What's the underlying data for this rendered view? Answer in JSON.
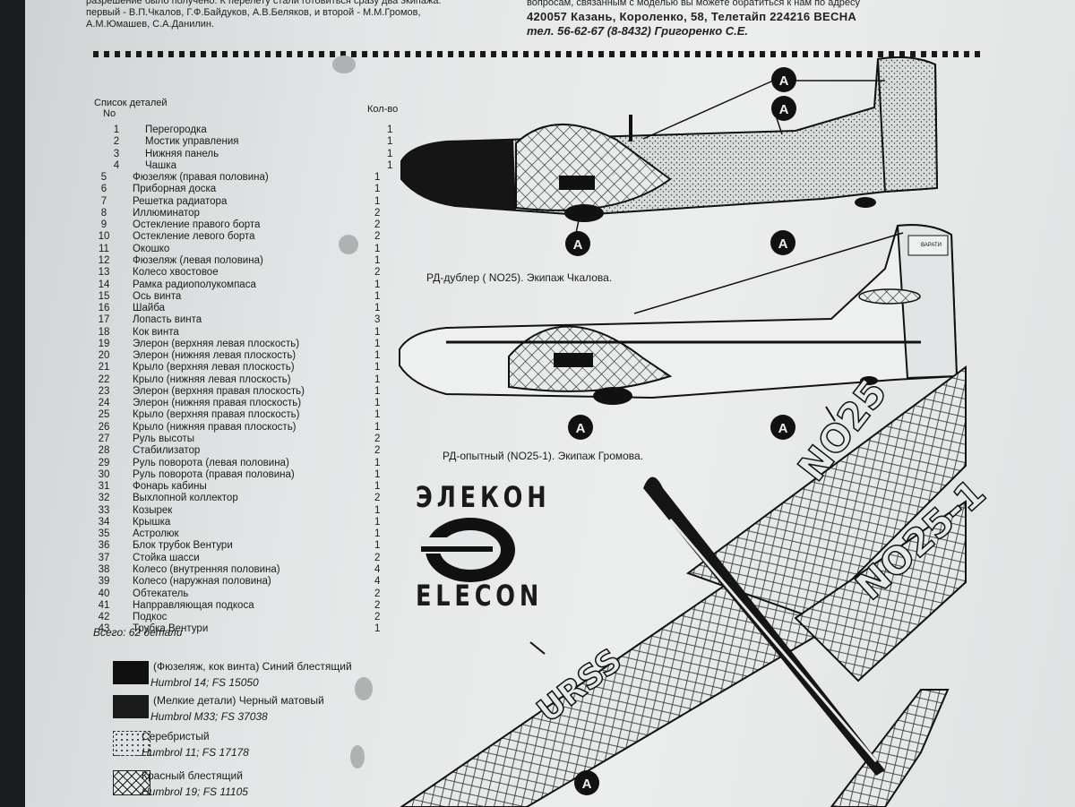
{
  "header": {
    "left_lines": [
      "разрешение было получено. К перелету стали готовиться сразу два экипажа:",
      "первый - В.П.Чкалов, Г.Ф.Байдуков, А.В.Беляков, и второй - М.М.Громов,",
      "А.М.Юмашев, С.А.Данилин."
    ],
    "right_lines": [
      "вопросам, связанным с моделью вы можете обратиться к нам по адресу",
      "420057 Казань, Короленко, 58, Телетайп 224216 ВЕСНА",
      "тел. 56-62-67 (8-8432) Григоренко С.Е."
    ]
  },
  "parts_list": {
    "title_line1": "Список деталей",
    "title_line2": "No",
    "qty_header": "Кол-во",
    "rows": [
      {
        "n": "1",
        "name": "Перегородка",
        "q": "1"
      },
      {
        "n": "2",
        "name": "Мостик управления",
        "q": "1"
      },
      {
        "n": "3",
        "name": "Нижняя панель",
        "q": "1"
      },
      {
        "n": "4",
        "name": "Чашка",
        "q": "1"
      },
      {
        "n": "5",
        "name": "Фюзеляж (правая половина)",
        "q": "1"
      },
      {
        "n": "6",
        "name": "Приборная доска",
        "q": "1"
      },
      {
        "n": "7",
        "name": "Решетка радиатора",
        "q": "1"
      },
      {
        "n": "8",
        "name": "Иллюминатор",
        "q": "2"
      },
      {
        "n": "9",
        "name": "Остекление правого борта",
        "q": "2"
      },
      {
        "n": "10",
        "name": "Остекление левого борта",
        "q": "2"
      },
      {
        "n": "11",
        "name": "Окошко",
        "q": "1"
      },
      {
        "n": "12",
        "name": "Фюзеляж (левая половина)",
        "q": "1"
      },
      {
        "n": "13",
        "name": "Колесо хвостовое",
        "q": "2"
      },
      {
        "n": "14",
        "name": "Рамка радиополукомпаса",
        "q": "1"
      },
      {
        "n": "15",
        "name": "Ось винта",
        "q": "1"
      },
      {
        "n": "16",
        "name": "Шайба",
        "q": "1"
      },
      {
        "n": "17",
        "name": "Лопасть винта",
        "q": "3"
      },
      {
        "n": "18",
        "name": "Кок винта",
        "q": "1"
      },
      {
        "n": "19",
        "name": "Элерон (верхняя левая плоскость)",
        "q": "1"
      },
      {
        "n": "20",
        "name": "Элерон (нижняя левая плоскость)",
        "q": "1"
      },
      {
        "n": "21",
        "name": "Крыло (верхняя левая плоскость)",
        "q": "1"
      },
      {
        "n": "22",
        "name": "Крыло (нижняя левая плоскость)",
        "q": "1"
      },
      {
        "n": "23",
        "name": "Элерон (верхняя правая плоскость)",
        "q": "1"
      },
      {
        "n": "24",
        "name": "Элерон (нижняя правая плоскость)",
        "q": "1"
      },
      {
        "n": "25",
        "name": "Крыло (верхняя правая плоскость)",
        "q": "1"
      },
      {
        "n": "26",
        "name": "Крыло (нижняя правая плоскость)",
        "q": "1"
      },
      {
        "n": "27",
        "name": "Руль высоты",
        "q": "2"
      },
      {
        "n": "28",
        "name": "Стабилизатор",
        "q": "2"
      },
      {
        "n": "29",
        "name": "Руль поворота (левая половина)",
        "q": "1"
      },
      {
        "n": "30",
        "name": "Руль поворота (правая половина)",
        "q": "1"
      },
      {
        "n": "31",
        "name": "Фонарь кабины",
        "q": "1"
      },
      {
        "n": "32",
        "name": "Выхлопной коллектор",
        "q": "2"
      },
      {
        "n": "33",
        "name": "Козырек",
        "q": "1"
      },
      {
        "n": "34",
        "name": "Крышка",
        "q": "1"
      },
      {
        "n": "35",
        "name": "Астролюк",
        "q": "1"
      },
      {
        "n": "36",
        "name": "Блок трубок Вентури",
        "q": "1"
      },
      {
        "n": "37",
        "name": "Стойка шасси",
        "q": "2"
      },
      {
        "n": "38",
        "name": "Колесо (внутренняя половина)",
        "q": "4"
      },
      {
        "n": "39",
        "name": "Колесо (наружная половина)",
        "q": "4"
      },
      {
        "n": "40",
        "name": "Обтекатель",
        "q": "2"
      },
      {
        "n": "41",
        "name": "Напрравляющая подкоса",
        "q": "2"
      },
      {
        "n": "42",
        "name": "Подкос",
        "q": "2"
      },
      {
        "n": "43",
        "name": "Трубка Вентури",
        "q": "1"
      }
    ],
    "total": "Всего:   62 детали"
  },
  "legend": [
    {
      "name": "(Фюзеляж, кок винта) Синий блестящий",
      "code": "Humbrol 14;   FS 15050",
      "fill": "#101010"
    },
    {
      "name": "(Мелкие детали) Черный матовый",
      "code": "Humbrol M33;   FS 37038",
      "fill": "#1b1b1b"
    },
    {
      "name": "Серебристый",
      "code": "Humbrol 11;   FS 17178",
      "fill": "dots"
    },
    {
      "name": "Красный блестящий",
      "code": "Humbrol 19;   FS 11105",
      "fill": "hatch"
    }
  ],
  "captions": {
    "plane1": "РД-дублер ( NO25). Экипаж Чкалова.",
    "plane2": "РД-опытный (NO25-1). Экипаж Громова."
  },
  "markers": {
    "a": "A"
  },
  "logo": {
    "top": "ЭЛЕКОН",
    "bottom": "ELECON"
  },
  "wing_markings": {
    "upper": "NO25",
    "lower": "NO25-1",
    "left": "URSS"
  },
  "tail_stencil": "ВАРАТИ"
}
